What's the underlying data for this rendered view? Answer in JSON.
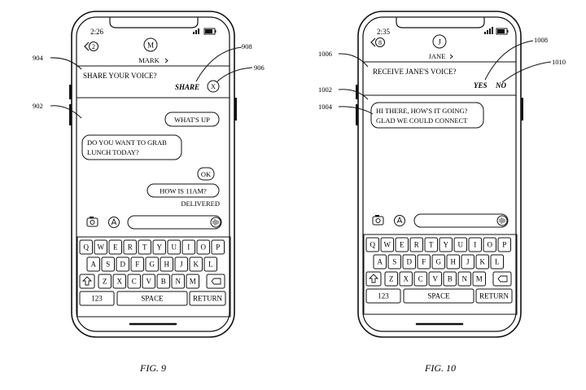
{
  "fig9": {
    "caption": "FIG. 9",
    "status_time": "2:26",
    "back_count": "2",
    "avatar_initial": "M",
    "contact_name": "MARK",
    "banner_text": "SHARE YOUR VOICE?",
    "share_label": "SHARE",
    "close_label": "X",
    "refs": {
      "r904": "904",
      "r908": "908",
      "r906": "906",
      "r902": "902"
    },
    "messages": [
      "WHAT'S UP",
      "DO YOU WANT TO GRAB",
      "LUNCH TODAY?",
      "OK",
      "HOW IS 11AM?"
    ],
    "delivered": "DELIVERED"
  },
  "fig10": {
    "caption": "FIG. 10",
    "status_time": "2:35",
    "back_count": "8",
    "avatar_initial": "J",
    "contact_name": "JANE",
    "banner_text": "RECEIVE JANE'S VOICE?",
    "yes_label": "YES",
    "no_label": "NO",
    "refs": {
      "r1006": "1006",
      "r1008": "1008",
      "r1010": "1010",
      "r1002": "1002",
      "r1004": "1004"
    },
    "messages": [
      "HI THERE, HOW'S IT GOING?",
      "GLAD WE COULD CONNECT"
    ]
  },
  "keyboard": {
    "row1": [
      "Q",
      "W",
      "E",
      "R",
      "T",
      "Y",
      "U",
      "I",
      "O",
      "P"
    ],
    "row2": [
      "A",
      "S",
      "D",
      "F",
      "G",
      "H",
      "J",
      "K",
      "L"
    ],
    "row3": [
      "Z",
      "X",
      "C",
      "V",
      "B",
      "N",
      "M"
    ],
    "num": "123",
    "space": "SPACE",
    "ret": "RETURN"
  }
}
